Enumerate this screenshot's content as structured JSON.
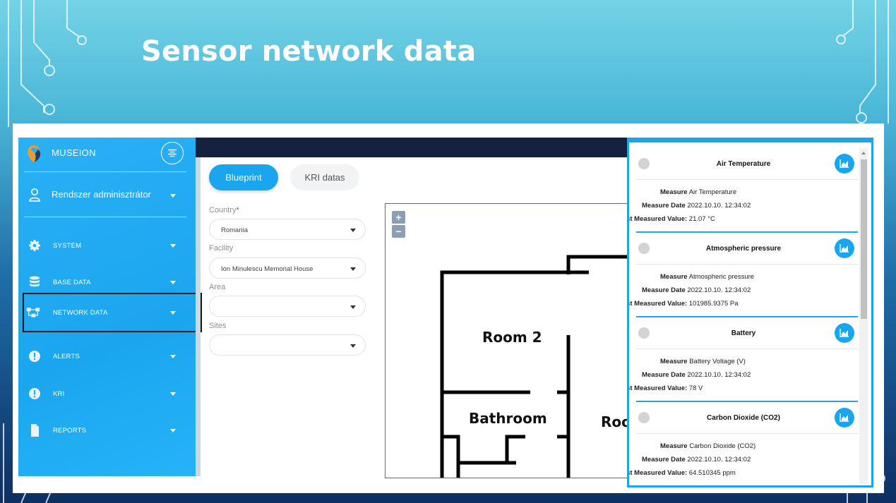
{
  "slide": {
    "title": "Sensor network data"
  },
  "app": {
    "brand": "MUSEION",
    "user": "Rendszer adminisztrátor",
    "nav": [
      {
        "label": "SYSTEM",
        "icon": "gear-icon"
      },
      {
        "label": "BASE DATA",
        "icon": "database-icon"
      },
      {
        "label": "NETWORK DATA",
        "icon": "network-icon"
      },
      {
        "label": "ALERTS",
        "icon": "alert-icon"
      },
      {
        "label": "KRI",
        "icon": "alert-icon"
      },
      {
        "label": "REPORTS",
        "icon": "document-icon"
      }
    ]
  },
  "tabs": {
    "blueprint": "Blueprint",
    "kri": "KRI datas"
  },
  "filters": {
    "country_label": "Country",
    "country_required": "*",
    "country_value": "Romania",
    "facility_label": "Facility",
    "facility_value": "Ion Minulescu Memorial House",
    "area_label": "Area",
    "area_value": "",
    "sites_label": "Sites",
    "sites_value": ""
  },
  "map": {
    "zoom_in": "+",
    "zoom_out": "−",
    "rooms": [
      "Room 2",
      "Bathroom",
      "Roo"
    ]
  },
  "sensors": {
    "labels": {
      "measure": "Measure",
      "date": "Measure Date",
      "last": "Last Measured Value:"
    },
    "cards": [
      {
        "title": "Air Temperature",
        "measure": "Air Temperature",
        "date": "2022.10.10. 12:34:02",
        "value": "21.07 °C"
      },
      {
        "title": "Atmospheric pressure",
        "measure": "Atmospheric pressure",
        "date": "2022.10.10. 12:34:02",
        "value": "101985.9375 Pa"
      },
      {
        "title": "Battery",
        "measure": "Battery Voltage (V)",
        "date": "2022.10.10. 12:34:02",
        "value": "78 V"
      },
      {
        "title": "Carbon Dioxide (CO2)",
        "measure": "Carbon Dioxide (CO2)",
        "date": "2022.10.10. 12:34:02",
        "value": "64.510345 ppm"
      }
    ]
  },
  "colors": {
    "accent": "#1aa6ef",
    "slide_top": "#74d3e6",
    "slide_bottom": "#0d2f63",
    "highlight_box": "#111111"
  }
}
